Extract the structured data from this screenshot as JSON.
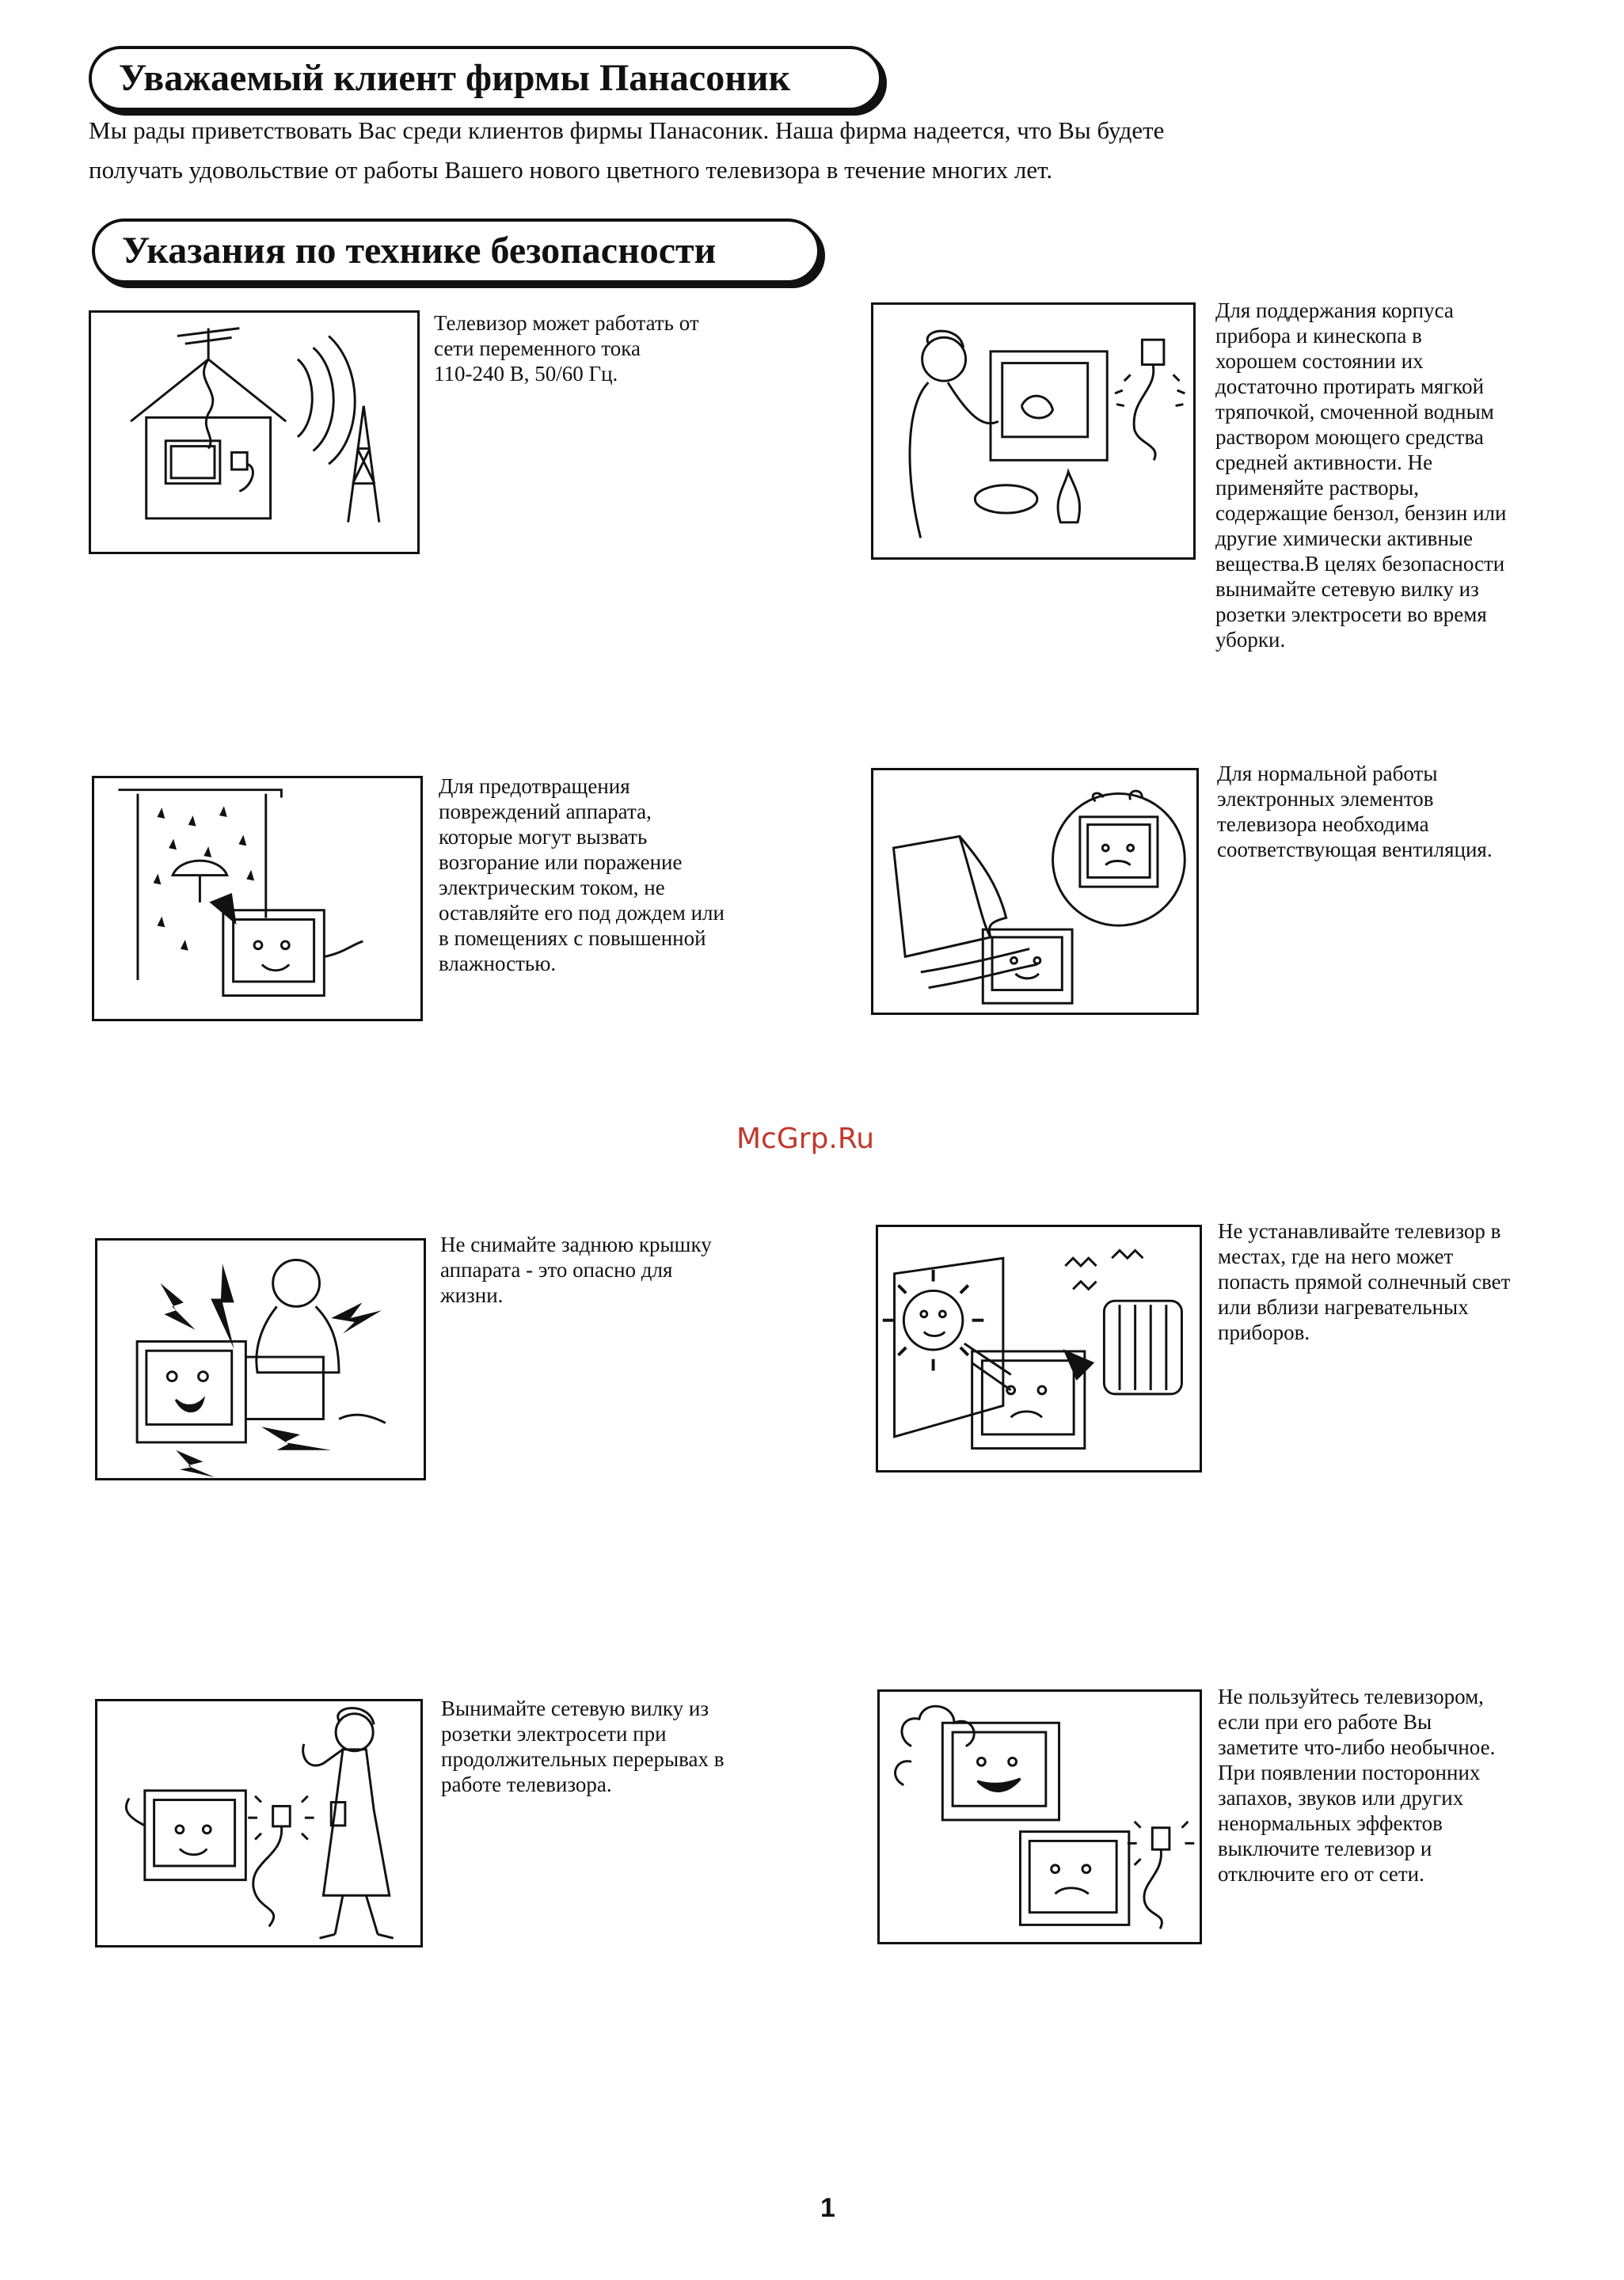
{
  "headings": {
    "welcome": "Уважаемый клиент фирмы Панасоник",
    "safety": "Указания по технике безопасности"
  },
  "intro": {
    "line1": "Мы рады приветствовать Вас среди клиентов фирмы Панасоник. Наша фирма надеется, что Вы будете",
    "line2": "получать удовольствие от работы Вашего нового цветного телевизора в течение многих лет."
  },
  "items": [
    {
      "icon": "antenna-house-icon",
      "lines": [
        "Телевизор может работать от",
        "сети переменного тока",
        "110-240 В, 50/60 Гц."
      ]
    },
    {
      "icon": "cleaning-tv-icon",
      "lines": [
        "Для поддержания корпуса",
        "прибора и кинескопа в",
        "хорошем состоянии их",
        "достаточно протирать мягкой",
        "тряпочкой, смоченной водным",
        "раствором моющего средства",
        "средней активности. Не",
        "применяйте растворы,",
        "содержащие бензол, бензин или",
        "другие химически активные",
        "вещества.В целях безопасности",
        "вынимайте сетевую вилку из",
        "розетки электросети во время",
        "уборки."
      ]
    },
    {
      "icon": "rain-tv-icon",
      "lines": [
        "Для предотвращения",
        "повреждений аппарата,",
        "которые могут вызвать",
        "возгорание или поражение",
        "электрическим током, не",
        "оставляйте его под дождем или",
        "в помещениях с повышенной",
        "влажностью."
      ]
    },
    {
      "icon": "ventilation-tv-icon",
      "lines": [
        "Для нормальной работы",
        "электронных элементов",
        "телевизора необходима",
        "соответствующая вентиляция."
      ]
    },
    {
      "icon": "electric-shock-icon",
      "lines": [
        "Не снимайте заднюю крышку",
        "аппарата - это опасно для",
        "жизни."
      ]
    },
    {
      "icon": "sun-heater-tv-icon",
      "lines": [
        "Не устанавливайте телевизор в",
        "местах, где на него может",
        "попасть прямой солнечный свет",
        "или вблизи нагревательных",
        "приборов."
      ]
    },
    {
      "icon": "unplug-tv-icon",
      "lines": [
        "Вынимайте сетевую вилку из",
        "розетки электросети при",
        "продолжительных перерывах в",
        "работе телевизора."
      ]
    },
    {
      "icon": "smoke-tv-icon",
      "lines": [
        "Не пользуйтесь телевизором,",
        "если при его работе Вы",
        "заметите что-либо необычное.",
        "При появлении посторонних",
        "запахов, звуков или других",
        "ненормальных эффектов",
        "выключите телевизор и",
        "отключите его от сети."
      ]
    }
  ],
  "watermark": "McGrp.Ru",
  "page_number": "1"
}
